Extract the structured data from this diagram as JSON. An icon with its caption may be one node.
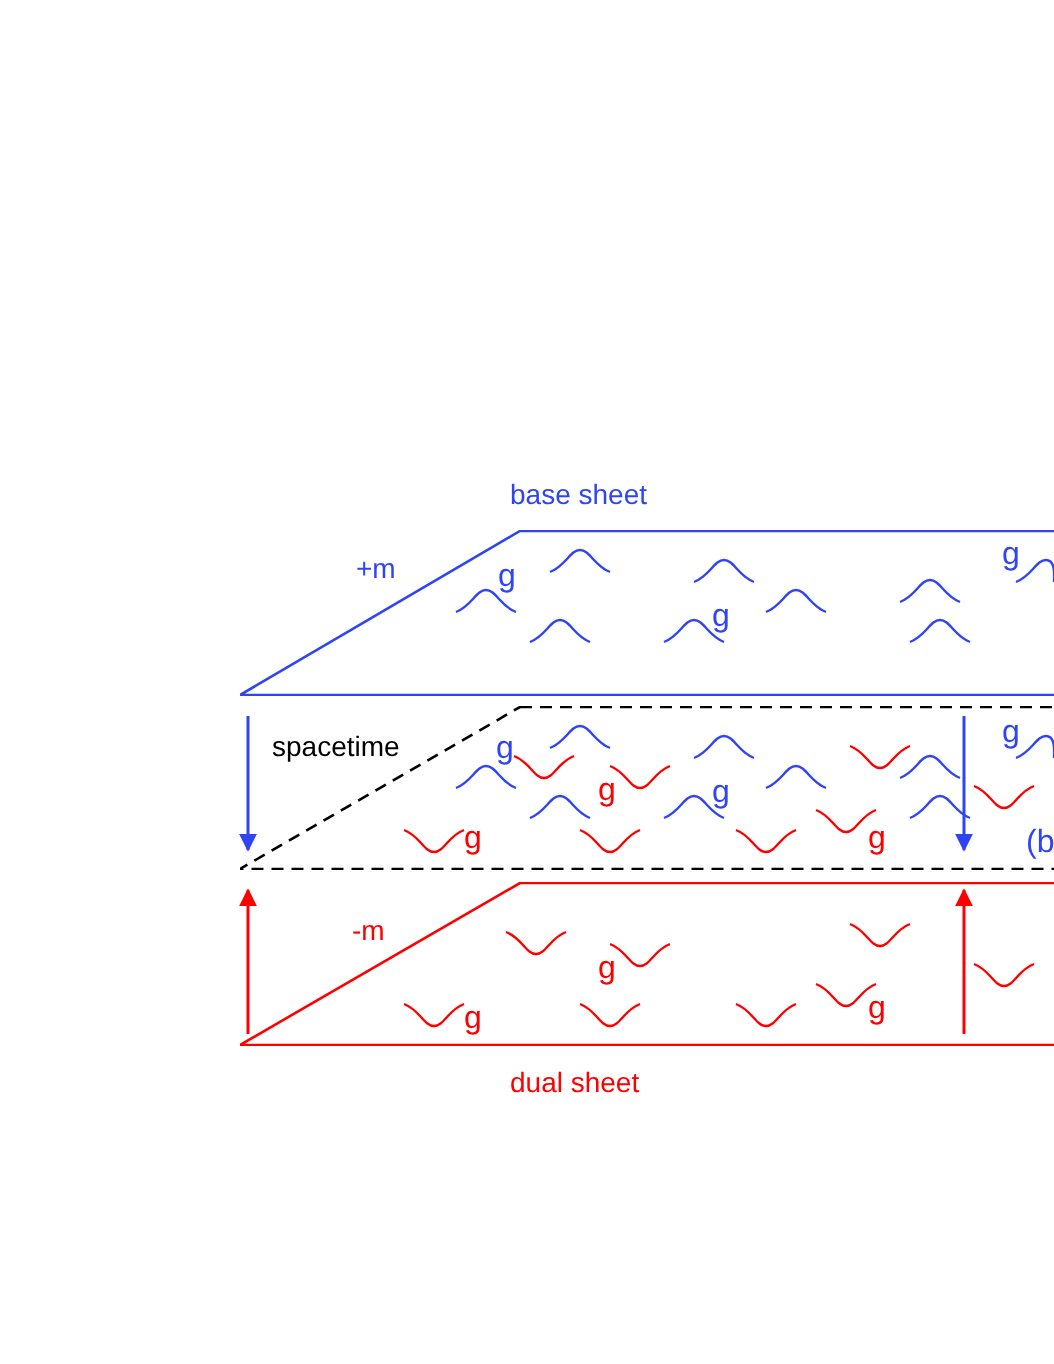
{
  "diagram": {
    "nodes": [
      {
        "text": [
          "base sheet"
        ],
        "beside": [
          "+m"
        ]
      },
      {
        "text": [
          "spacetime"
        ]
      },
      {
        "text": [
          "dual sheet"
        ],
        "beside": [
          "-m"
        ]
      }
    ],
    "edges": [
      {
        "from": 0,
        "to": 1,
        "arrow": "to",
        "color": "#2f45f5"
      },
      {
        "from": 0,
        "to": 1,
        "arrow": "to",
        "color": "#2f45f5"
      },
      {
        "from": 2,
        "to": 1,
        "arrow": "to",
        "color": "#ff0000"
      },
      {
        "from": 2,
        "to": 1,
        "arrow": "to",
        "color": "#ff0000"
      }
    ],
    "labels": [
      "g",
      "g",
      "g",
      "g",
      "g",
      "g",
      "g",
      "g",
      "g",
      "(b",
      "g",
      "g",
      "g"
    ]
  }
}
